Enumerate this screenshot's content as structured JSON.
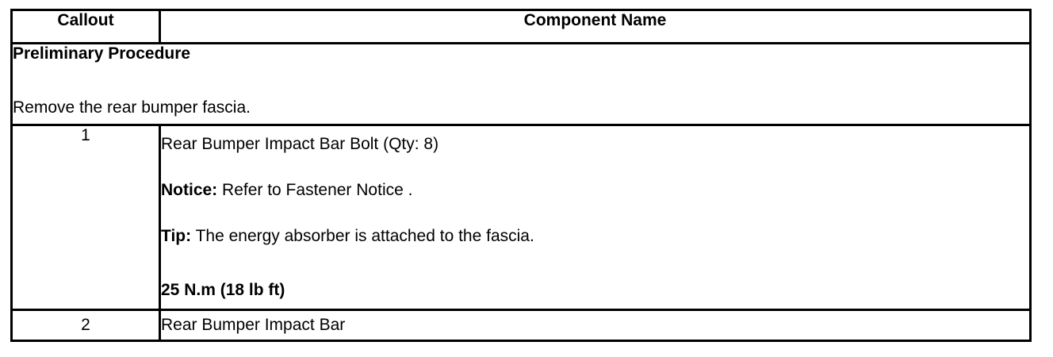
{
  "header": {
    "callout": "Callout",
    "component": "Component Name"
  },
  "preliminary": {
    "title": "Preliminary Procedure",
    "text": "Remove the rear bumper fascia."
  },
  "rows": [
    {
      "callout": "1",
      "name": "Rear Bumper Impact Bar Bolt (Qty: 8)",
      "notice_label": "Notice:",
      "notice_text": " Refer to Fastener Notice .",
      "tip_label": "Tip:",
      "tip_text": " The energy absorber is attached to the fascia.",
      "torque": "25 N.m (18 lb ft)"
    },
    {
      "callout": "2",
      "name": "Rear Bumper Impact Bar"
    }
  ]
}
